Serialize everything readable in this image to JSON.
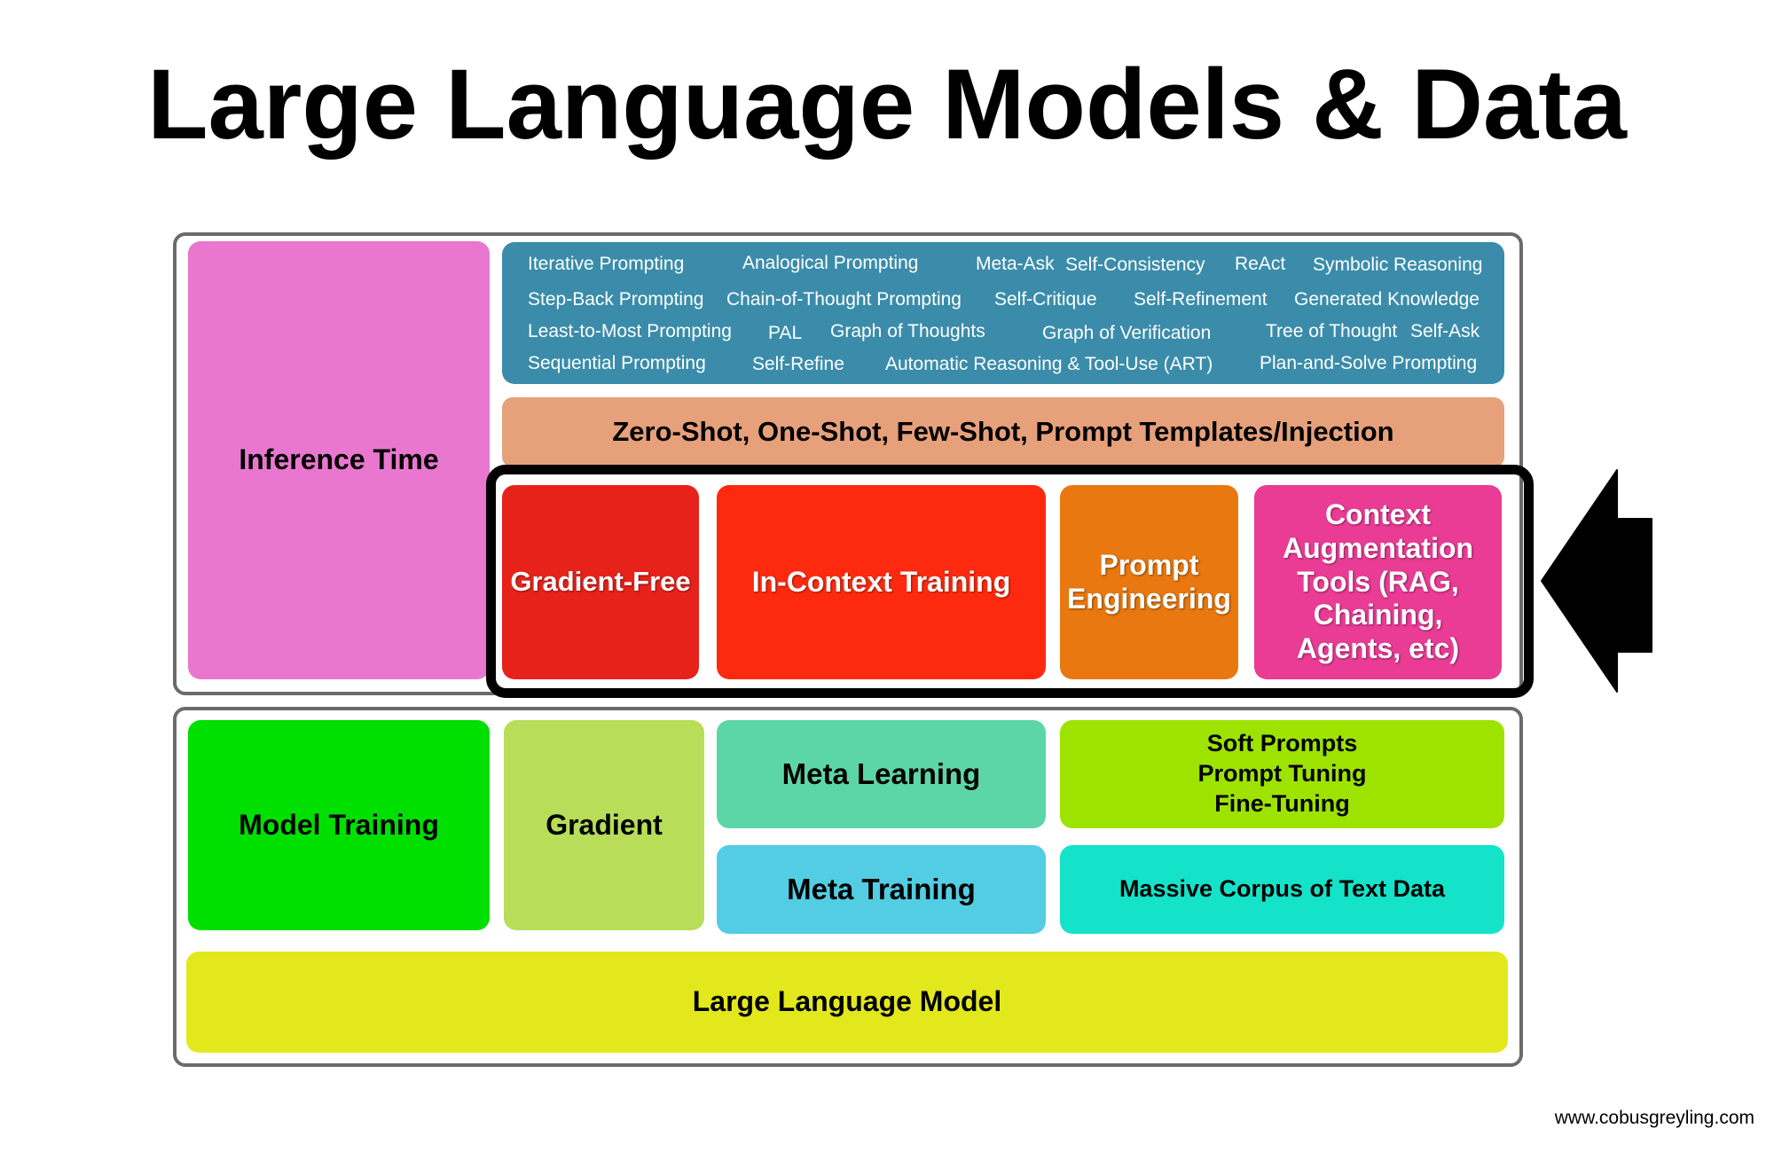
{
  "title": "Large Language Models & Data",
  "inference": {
    "label": "Inference Time",
    "techniques": [
      "Iterative Prompting",
      "Analogical Prompting",
      "Meta-Ask",
      "Self-Consistency",
      "ReAct",
      "Symbolic Reasoning",
      "Step-Back Prompting",
      "Chain-of-Thought Prompting",
      "Self-Critique",
      "Self-Refinement",
      "Generated Knowledge",
      "Least-to-Most Prompting",
      "PAL",
      "Graph of Thoughts",
      "Graph of Verification",
      "Tree of Thought",
      "Self-Ask",
      "Sequential Prompting",
      "Self-Refine",
      "Automatic Reasoning & Tool-Use (ART)",
      "Plan-and-Solve Prompting"
    ],
    "shot_bar": "Zero-Shot, One-Shot, Few-Shot, Prompt Templates/Injection",
    "gradient_free": "Gradient-Free",
    "in_context_training": "In-Context Training",
    "prompt_engineering": "Prompt Engineering",
    "context_augmentation": "Context Augmentation Tools (RAG, Chaining, Agents, etc)"
  },
  "training": {
    "model_training": "Model Training",
    "gradient": "Gradient",
    "meta_learning": "Meta Learning",
    "meta_training": "Meta Training",
    "soft_prompts": [
      "Soft Prompts",
      "Prompt Tuning",
      "Fine-Tuning"
    ],
    "massive_corpus": "Massive Corpus of Text Data",
    "llm": "Large Language Model"
  },
  "website": "www.cobusgreyling.com",
  "colors": {
    "inference_time": "#ea77cf",
    "techniques_bg": "#3a8caa",
    "shot_bar": "#e6a07a",
    "gradient_free": "#e7221a",
    "in_context_training": "#fd2a0f",
    "prompt_engineering": "#e8780f",
    "context_augmentation": "#ea3b95",
    "model_training": "#00e000",
    "gradient": "#b8dd58",
    "meta_learning": "#5cd6a6",
    "meta_training": "#52cde3",
    "soft_prompts": "#9ee300",
    "massive_corpus": "#14e3c9",
    "llm": "#e2e81c"
  }
}
